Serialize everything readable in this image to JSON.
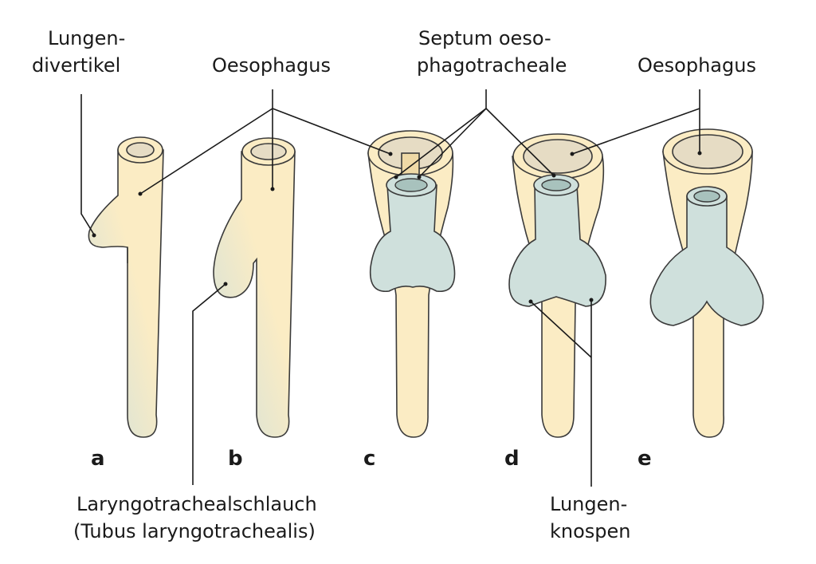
{
  "labels": {
    "lungen_divertikel_1": "Lungen-",
    "lungen_divertikel_2": "divertikel",
    "oesophagus_left": "Oesophagus",
    "septum_1": "Septum oeso-",
    "septum_2": "phagotracheale",
    "oesophagus_right": "Oesophagus",
    "laryngo_1": "Laryngotrachealschlauch",
    "laryngo_2": "(Tubus laryngotrachealis)",
    "lungenknospen_1": "Lungen-",
    "lungenknospen_2": "knospen"
  },
  "stages": [
    "a",
    "b",
    "c",
    "d",
    "e"
  ],
  "colors": {
    "oesophagus": "#fbecc4",
    "lung_bud": "#cfe0dc",
    "outline": "#3a3a3a"
  }
}
